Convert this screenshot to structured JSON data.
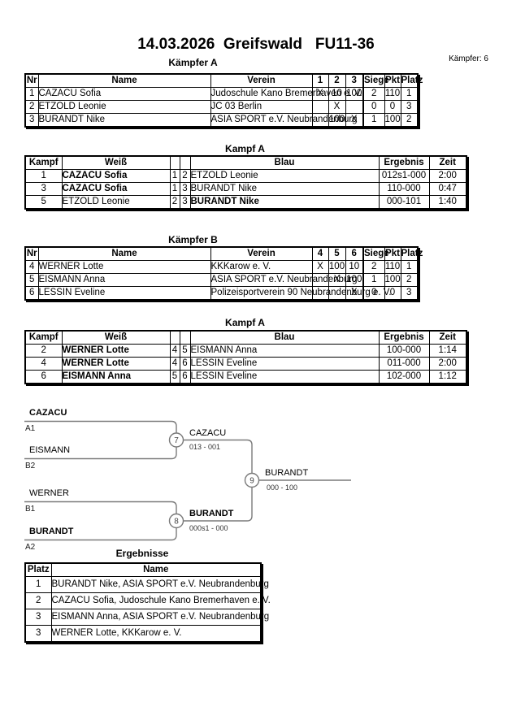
{
  "title": "14.03.2026  Greifswald   FU11-36",
  "fighters_count_label": "Kämpfer: 6",
  "sections": {
    "kaempfer_a": "Kämpfer A",
    "kampf_a1": "Kampf A",
    "kaempfer_b": "Kämpfer B",
    "kampf_a2": "Kampf A",
    "ergebnisse": "Ergebnisse"
  },
  "kaempfer_a": {
    "headers": [
      "Nr",
      "Name",
      "Verein",
      "1",
      "2",
      "3",
      "Siege",
      "Pkt",
      "Platz"
    ],
    "rows": [
      {
        "nr": "1",
        "name": "CAZACU Sofia",
        "verein": "Judoschule Kano Bremerhaven e. V.",
        "c1": "X",
        "c2": "10",
        "c3": "100",
        "siege": "2",
        "pkt": "110",
        "platz": "1"
      },
      {
        "nr": "2",
        "name": "ETZOLD Leonie",
        "verein": "JC 03 Berlin",
        "c1": "",
        "c2": "X",
        "c3": "",
        "siege": "0",
        "pkt": "0",
        "platz": "3"
      },
      {
        "nr": "3",
        "name": "BURANDT Nike",
        "verein": "ASIA SPORT e.V. Neubrandenburg",
        "c1": "",
        "c2": "100",
        "c3": "X",
        "siege": "1",
        "pkt": "100",
        "platz": "2"
      }
    ]
  },
  "kampf_a1": {
    "headers": [
      "Kampf",
      "Weiß",
      "Blau",
      "Ergebnis",
      "Zeit"
    ],
    "rows": [
      {
        "kampf": "1",
        "weiss": "CAZACU Sofia",
        "weiss_bold": true,
        "wnr": "1",
        "bnr": "2",
        "blau": "ETZOLD Leonie",
        "blau_bold": false,
        "ergebnis": "012s1-000",
        "zeit": "2:00"
      },
      {
        "kampf": "3",
        "weiss": "CAZACU Sofia",
        "weiss_bold": true,
        "wnr": "1",
        "bnr": "3",
        "blau": "BURANDT Nike",
        "blau_bold": false,
        "ergebnis": "110-000",
        "zeit": "0:47"
      },
      {
        "kampf": "5",
        "weiss": "ETZOLD Leonie",
        "weiss_bold": false,
        "wnr": "2",
        "bnr": "3",
        "blau": "BURANDT Nike",
        "blau_bold": true,
        "ergebnis": "000-101",
        "zeit": "1:40"
      }
    ]
  },
  "kaempfer_b": {
    "headers": [
      "Nr",
      "Name",
      "Verein",
      "4",
      "5",
      "6",
      "Siege",
      "Pkt",
      "Platz"
    ],
    "rows": [
      {
        "nr": "4",
        "name": "WERNER Lotte",
        "verein": "KKKarow e. V.",
        "c1": "X",
        "c2": "100",
        "c3": "10",
        "siege": "2",
        "pkt": "110",
        "platz": "1"
      },
      {
        "nr": "5",
        "name": "EISMANN Anna",
        "verein": "ASIA SPORT e.V. Neubrandenburg",
        "c1": "",
        "c2": "X",
        "c3": "100",
        "siege": "1",
        "pkt": "100",
        "platz": "2"
      },
      {
        "nr": "6",
        "name": "LESSIN Eveline",
        "verein": "Polizeisportverein 90 Neubrandenburg e. V.",
        "c1": "",
        "c2": "",
        "c3": "X",
        "siege": "0",
        "pkt": "0",
        "platz": "3"
      }
    ]
  },
  "kampf_a2": {
    "headers": [
      "Kampf",
      "Weiß",
      "Blau",
      "Ergebnis",
      "Zeit"
    ],
    "rows": [
      {
        "kampf": "2",
        "weiss": "WERNER Lotte",
        "weiss_bold": true,
        "wnr": "4",
        "bnr": "5",
        "blau": "EISMANN Anna",
        "blau_bold": false,
        "ergebnis": "100-000",
        "zeit": "1:14"
      },
      {
        "kampf": "4",
        "weiss": "WERNER Lotte",
        "weiss_bold": true,
        "wnr": "4",
        "bnr": "6",
        "blau": "LESSIN Eveline",
        "blau_bold": false,
        "ergebnis": "011-000",
        "zeit": "2:00"
      },
      {
        "kampf": "6",
        "weiss": "EISMANN Anna",
        "weiss_bold": true,
        "wnr": "5",
        "bnr": "6",
        "blau": "LESSIN Eveline",
        "blau_bold": false,
        "ergebnis": "102-000",
        "zeit": "1:12"
      }
    ]
  },
  "bracket": {
    "slots": [
      {
        "name": "CAZACU",
        "seed": "A1",
        "bold": true
      },
      {
        "name": "EISMANN",
        "seed": "B2",
        "bold": false
      },
      {
        "name": "WERNER",
        "seed": "B1",
        "bold": false
      },
      {
        "name": "BURANDT",
        "seed": "A2",
        "bold": true
      }
    ],
    "matches": [
      {
        "num": "7",
        "winner": "CAZACU",
        "score": "013 - 001",
        "bold": false
      },
      {
        "num": "8",
        "winner": "BURANDT",
        "score": "000s1 - 000",
        "bold": true
      },
      {
        "num": "9",
        "winner": "BURANDT",
        "score": "000 - 100",
        "bold": false
      }
    ]
  },
  "ergebnisse": {
    "headers": [
      "Platz",
      "Name"
    ],
    "rows": [
      {
        "platz": "1",
        "name": "BURANDT Nike, ASIA SPORT e.V. Neubrandenburg"
      },
      {
        "platz": "2",
        "name": "CAZACU Sofia, Judoschule Kano Bremerhaven e. V."
      },
      {
        "platz": "3",
        "name": "EISMANN Anna, ASIA SPORT e.V. Neubrandenburg"
      },
      {
        "platz": "3",
        "name": "WERNER Lotte, KKKarow e. V."
      }
    ]
  }
}
